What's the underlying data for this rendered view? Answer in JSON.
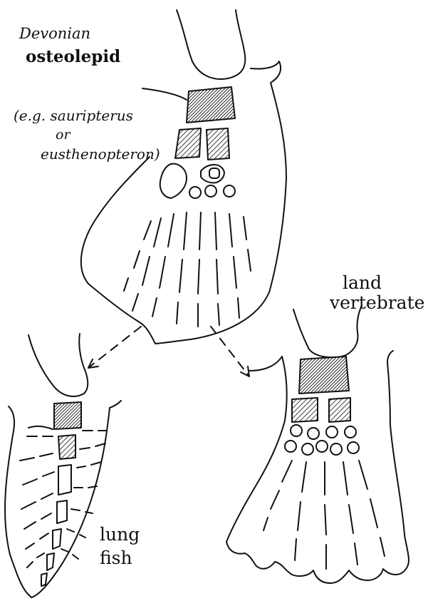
{
  "labels": {
    "era": "Devonian",
    "group": "osteolepid",
    "eg_line1": "(e.g. sauripterus",
    "eg_line2": "or",
    "eg_line3": "eusthenopteron)",
    "land_line1": "land",
    "land_line2": "vertebrate",
    "lung_line1": "lung",
    "lung_line2": "fish"
  },
  "colors": {
    "ink": "#111111",
    "paper": "#ffffff"
  }
}
